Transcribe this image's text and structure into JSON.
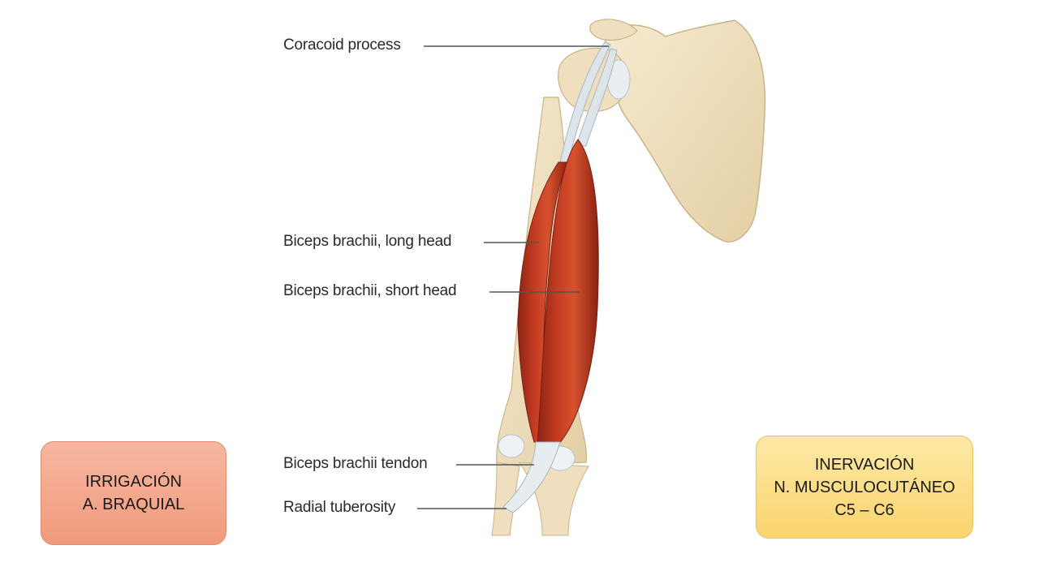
{
  "labels": {
    "coracoid": "Coracoid process",
    "long_head": "Biceps brachii, long head",
    "short_head": "Biceps brachii, short head",
    "tendon": "Biceps brachii tendon",
    "radial": "Radial tuberosity"
  },
  "boxes": {
    "irrigacion": {
      "line1": "IRRIGACIÓN",
      "line2": "A. BRAQUIAL"
    },
    "inervacion": {
      "line1": "INERVACIÓN",
      "line2": "N. MUSCULOCUTÁNEO",
      "line3": "C5 – C6"
    }
  },
  "colors": {
    "bone": "#f1e2c0",
    "muscle": "#b8321f",
    "tendon": "#dde4ea",
    "irrigacion_box": "#f4a98e",
    "inervacion_box": "#fcdb82"
  }
}
